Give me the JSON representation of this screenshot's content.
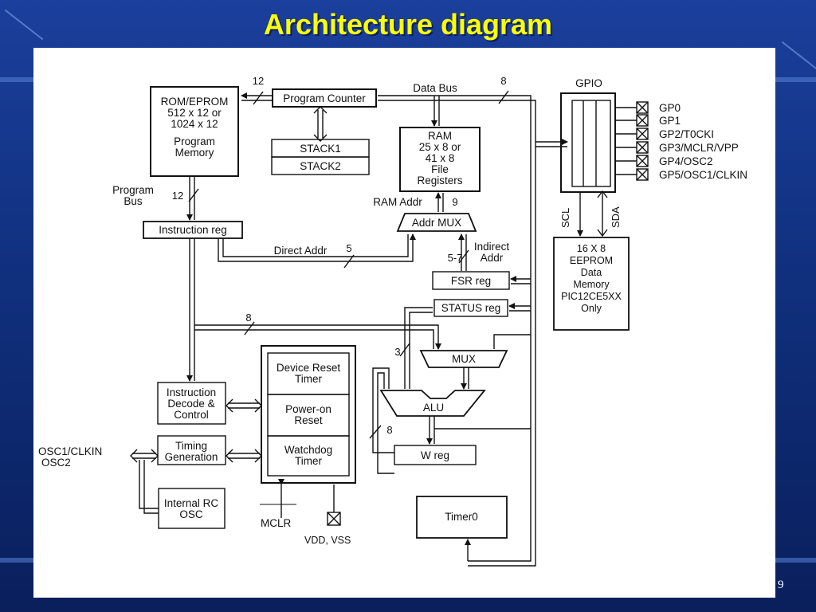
{
  "slide": {
    "title": "Architecture diagram",
    "number": "9"
  },
  "blocks": {
    "rom": [
      "ROM/EPROM",
      "512 x 12 or",
      "1024 x 12",
      "Program",
      "Memory"
    ],
    "program_counter": "Program Counter",
    "stack1": "STACK1",
    "stack2": "STACK2",
    "ram": [
      "RAM",
      "25 x 8 or",
      "41 x 8",
      "File",
      "Registers"
    ],
    "gpio": "GPIO",
    "eeprom": [
      "16 X 8",
      "EEPROM",
      "Data",
      "Memory",
      "PIC12CE5XX",
      "Only"
    ],
    "instruction_reg": "Instruction reg",
    "addr_mux": "Addr MUX",
    "fsr_reg": "FSR reg",
    "status_reg": "STATUS reg",
    "mux": "MUX",
    "alu": "ALU",
    "w_reg": "W reg",
    "instruction_decode": [
      "Instruction",
      "Decode &",
      "Control"
    ],
    "timing_generation": [
      "Timing",
      "Generation"
    ],
    "internal_rc": [
      "Internal RC",
      "OSC"
    ],
    "device_reset_timer": [
      "Device Reset",
      "Timer"
    ],
    "power_on_reset": [
      "Power-on",
      "Reset"
    ],
    "watchdog_timer": [
      "Watchdog",
      "Timer"
    ],
    "timer0": "Timer0"
  },
  "pins": {
    "gp": [
      "GP0",
      "GP1",
      "GP2/T0CKI",
      "GP3/MCLR/VPP",
      "GP4/OSC2",
      "GP5/OSC1/CLKIN"
    ],
    "osc1": "OSC1/CLKIN",
    "osc2": "OSC2",
    "mclr": "MCLR",
    "vdd_vss": "VDD, VSS"
  },
  "labels": {
    "data_bus": "Data Bus",
    "program_bus": [
      "Program",
      "Bus"
    ],
    "ram_addr": "RAM Addr",
    "direct_addr": "Direct Addr",
    "indirect_addr": [
      "Indirect",
      "Addr"
    ],
    "scl": "SCL",
    "sda": "SDA"
  },
  "bus_widths": {
    "pc_to_rom": "12",
    "data_bus": "8",
    "program_bus": "12",
    "ram_addr": "9",
    "direct_addr": "5",
    "indirect_addr": "5-7",
    "ir_to_mux": "8",
    "status_to_mux": "3",
    "w_feedback": "8"
  }
}
